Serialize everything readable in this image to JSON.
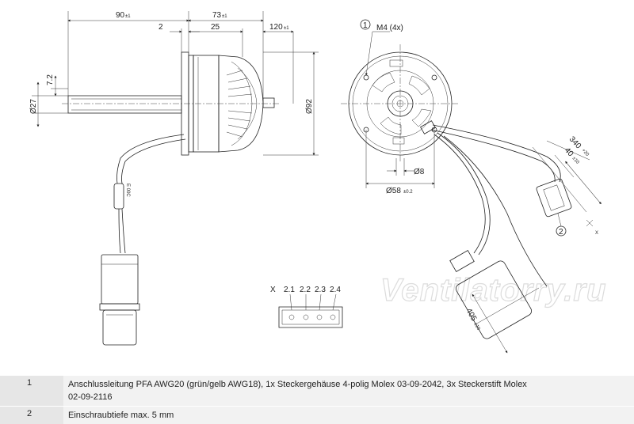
{
  "dimensions": {
    "d90": "90",
    "d90_tol": "±1",
    "d73": "73",
    "d73_tol": "±1",
    "d2": "2",
    "d25": "25",
    "d120": "120",
    "d120_tol": "±1",
    "d27": "Ø27",
    "d7_2": "7.2",
    "d92": "Ø92",
    "d58": "Ø58",
    "d58_tol": "±0.2",
    "d8": "Ø8",
    "m4": "M4 (4x)",
    "d340": "340",
    "d340_tol": "+20",
    "d40": "40",
    "d40_tol": "±10",
    "d405": "405",
    "d405_tol": "±10"
  },
  "callouts": {
    "c1": "1",
    "c2": "2",
    "x_mark": "X"
  },
  "connector": {
    "view_label": "X",
    "pins": [
      "2.1",
      "2.2",
      "2.3",
      "2.4"
    ]
  },
  "cable_marking": "E 00C",
  "watermark": "Ventilatorry.ru",
  "legend": [
    {
      "num": "1",
      "text": "Anschlussleitung PFA AWG20 (grün/gelb AWG18), 1x Steckergehäuse 4-polig Molex 03-09-2042, 3x Steckerstift Molex 02-09-2116"
    },
    {
      "num": "2",
      "text": "Einschraubtiefe max. 5 mm"
    }
  ]
}
